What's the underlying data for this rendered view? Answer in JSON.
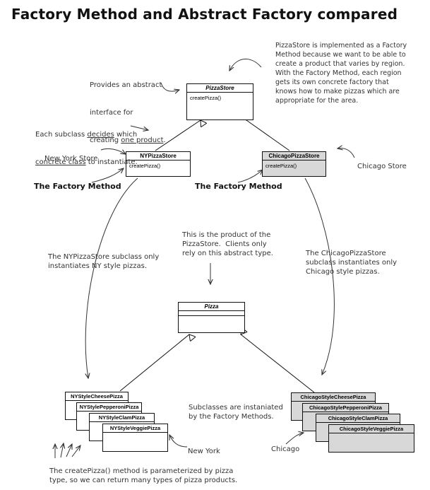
{
  "title": "Factory Method and Abstract Factory compared",
  "classes": {
    "pizza_store": {
      "name": "PizzaStore",
      "method": "createPizza()"
    },
    "ny_store": {
      "name": "NYPizzaStore",
      "method": "createPizza()"
    },
    "chicago_store": {
      "name": "ChicagoPizzaStore",
      "method": "createPizza()"
    },
    "pizza": {
      "name": "Pizza"
    }
  },
  "ny_pizzas": [
    "NYStyleCheesePizza",
    "NYStylePepperoniPizza",
    "NYStyleClamPizza",
    "NYStyleVeggiePizza"
  ],
  "chicago_pizzas": [
    "ChicagoStyleCheesePizza",
    "ChicagoStylePepperoniPizza",
    "ChicagoStyleClamPizza",
    "ChicagoStyleVeggiePizza"
  ],
  "notes": {
    "abstract_interface_1": "Provides an abstract",
    "abstract_interface_2": "interface for",
    "abstract_interface_3a": "creating ",
    "abstract_interface_3b": "one product",
    "abstract_interface_3c": ".",
    "subclass_decides_1a": "Each subclass ",
    "subclass_decides_1b": "decides",
    "subclass_decides_1c": " which",
    "subclass_decides_2a": "concrete class",
    "subclass_decides_2b": " to instantiate.",
    "pizzastore_factory": "PizzaStore is implemented as a Factory\nMethod because we want to be able to\ncreate a product that varies by region.\nWith the Factory Method, each region\ngets its own concrete factory that\nknows how to make pizzas which are\nappropriate for the area.",
    "new_york_store": "New York Store",
    "chicago_store": "Chicago Store",
    "factory_method_left": "The Factory Method",
    "factory_method_right": "The Factory Method",
    "product_note": "This is the product of the\nPizzaStore.  Clients only\nrely on this abstract type.",
    "ny_subclass": "The NYPizzaStore subclass only\ninstantiates NY style pizzas.",
    "chicago_subclass": "The ChicagoPizzaStore\nsubclass instantiates only\nChicago style pizzas.",
    "subclasses_instantiated": "Subclasses are instaniated\nby the Factory Methods.",
    "new_york": "New York",
    "chicago": "Chicago",
    "parameterized": "The createPizza() method is parameterized by pizza\ntype, so we can return many types of pizza products."
  }
}
